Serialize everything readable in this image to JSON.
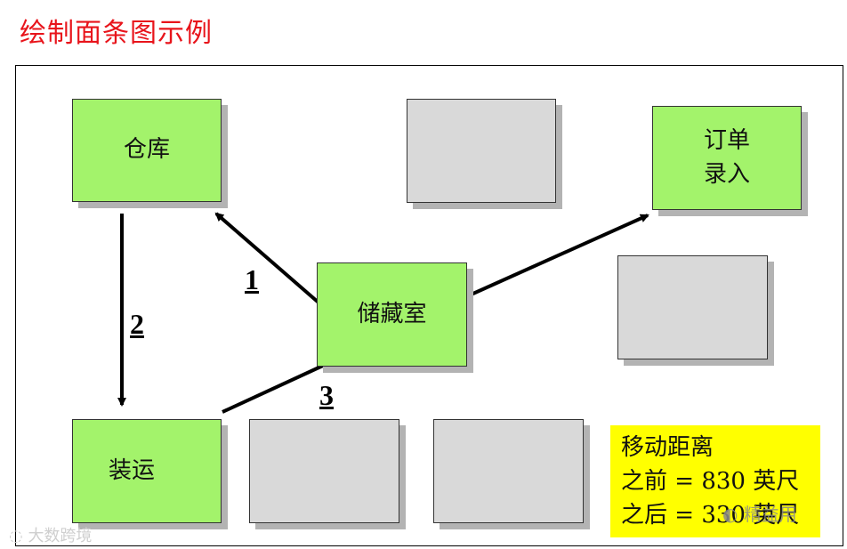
{
  "title": "绘制面条图示例",
  "boxes": {
    "warehouse": "仓库",
    "order_entry_line1": "订单",
    "order_entry_line2": "录入",
    "storage": "储藏室",
    "shipping": "装运"
  },
  "path_labels": {
    "one": "1",
    "two": "2",
    "three": "3"
  },
  "info_box": {
    "line1": "移动距离",
    "line2": "之前 = 830 英尺",
    "line3": "之后 = 330 英尺"
  },
  "watermarks": {
    "left": "大数跨境",
    "right": "精益用"
  },
  "colors": {
    "title": "#e8141b",
    "box_green": "#a3f36b",
    "box_grey": "#d9d9d9",
    "info_bg": "#ffff00"
  }
}
